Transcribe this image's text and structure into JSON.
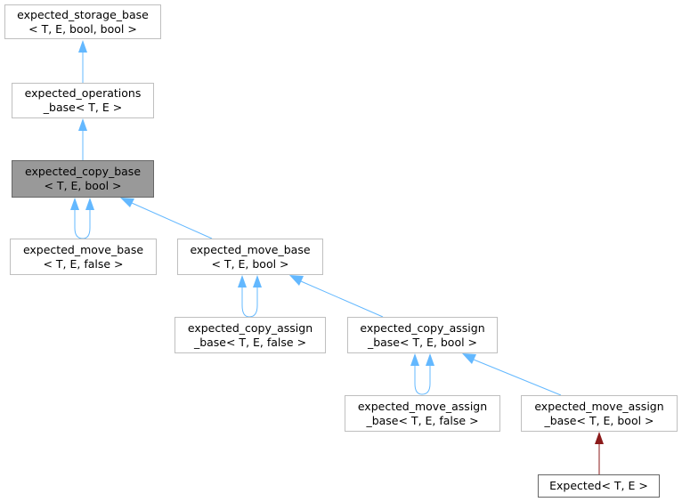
{
  "diagram": {
    "nodes": {
      "storage_base": {
        "line1": "expected_storage_base",
        "line2": "< T, E, bool, bool >"
      },
      "operations_base": {
        "line1": "expected_operations",
        "line2": "_base< T, E >"
      },
      "copy_base": {
        "line1": "expected_copy_base",
        "line2": "< T, E, bool >"
      },
      "move_base_false": {
        "line1": "expected_move_base",
        "line2": "< T, E, false >"
      },
      "move_base_bool": {
        "line1": "expected_move_base",
        "line2": "< T, E, bool >"
      },
      "copy_assign_false": {
        "line1": "expected_copy_assign",
        "line2": "_base< T, E, false >"
      },
      "copy_assign_bool": {
        "line1": "expected_copy_assign",
        "line2": "_base< T, E, bool >"
      },
      "move_assign_false": {
        "line1": "expected_move_assign",
        "line2": "_base< T, E, false >"
      },
      "move_assign_bool": {
        "line1": "expected_move_assign",
        "line2": "_base< T, E, bool >"
      },
      "expected": {
        "line1": "Expected< T, E >"
      }
    },
    "colors": {
      "inheritance_edge": "#63b8ff",
      "usage_edge": "#8b1a1a",
      "node_border": "#bfbfbf",
      "current_node_fill": "#999999"
    }
  }
}
